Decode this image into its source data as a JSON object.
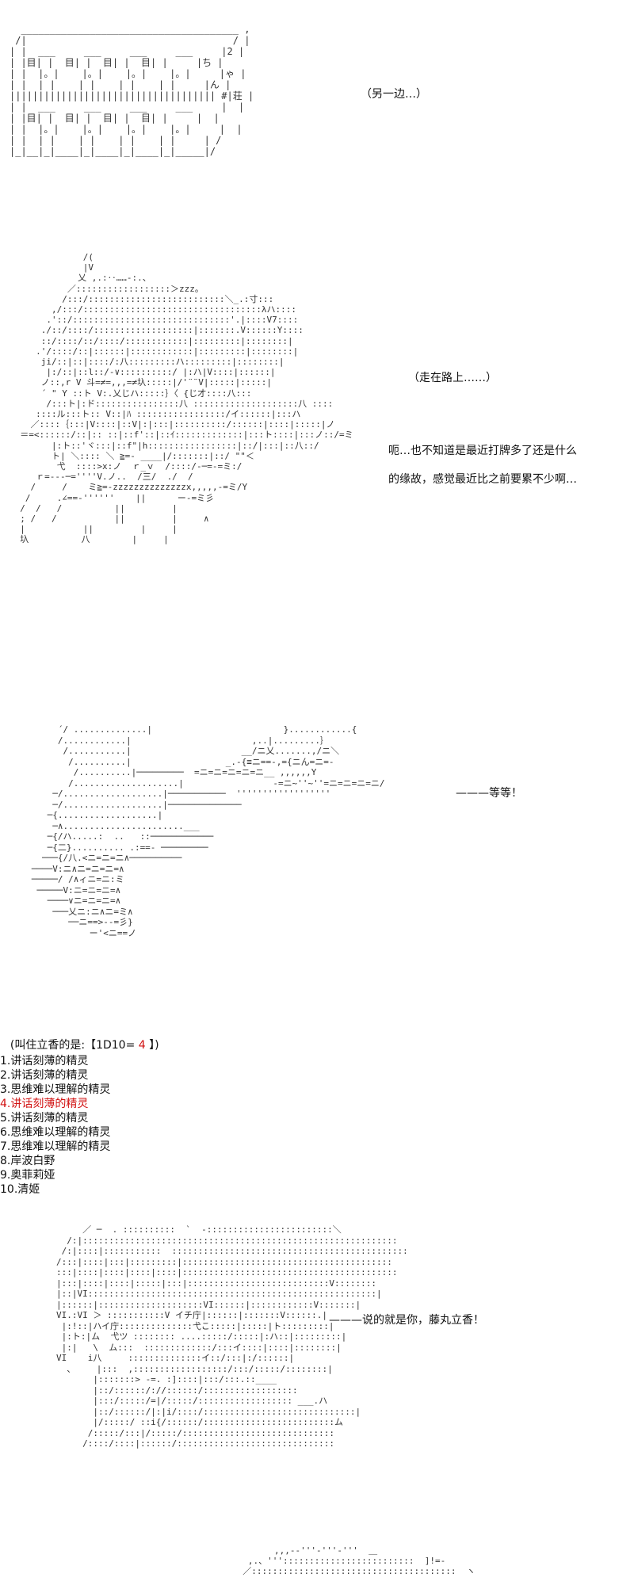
{
  "art": {
    "building": "  ______________________________________ ,\n /|                                    / |\n| |  ___     ___     ___     ___     |2 |\n| |目| |  目| |  目| |  目| |     |ち |\n| |  |。|    |。|    |。|    |。|     |ゃ |\n| |  | |    | |    | |    | |     |ん |\n|||||||||||||||||||||||||||||||||||| #|荘 |\n| |  ___     ___     ___     ___     |  |\n| |目| |  目| |  目| |  目| |     |  |\n| |  |。|    |。|    |。|    |。|     |  |\n| |  | |    | |    | |    | |     | /\n|_|__|_|____|_|____|_|____|_|_____|/",
    "walking": "              /(\n              |V\n             乂 ,.:‥……-:.、\n           ／::::::::::::::::::＞zzz。\n          /:::/::::::::::::::::::::::::::＼_.:寸:::\n        ,/:::/::::::::::::::::::::::::::::::::::λハ::::\n       .'::/::::::::::::::::::::::::::::::'.|::::V7::::\n      ./::/::::/:::::::::::::::::::|:::::::.V::::::Y::::\n      ::/::::/::/::::/::::::::::::|:::::::::|::::::::|\n     .'/::::/::|::::::|::::::::::::|:::::::::|::::::::|\n      ji/::|::|::::/:八:::::::::ハ:::::::::|::::::::|\n       |:/::|::l::/-∨::::::::::/ |:ハ|V::::|::::::|\n      ノ::,r V 斗=≠=,,,=≠圦:::::|/'¨¨V|:::::|:::::|\n      ´ \" Y ::ト V:.乂じハ:::::｝〈 {じ才::::八:::\n       /:::ト|:ド::::::::::::::::八 ::::::::::::::::::::八 ::::\n     ::::ル:::ト:: V::|ﾊ :::::::::::::::::/イ::::::|:::ハ\n    ／::::｛:::|V::::|::V|:|:::|::::::::::/::::::|::::|:::::|ノ\n  ＝=<::::::/::|:: ::|::f'::|::ｲ:::::::::::::|:::ト::::|:::ノ::/=ミ\n        |:ト::'ヾ:::|::f\"|h:::::::::::::::::|::/|:::|::八::/\n        ト| ＼:::: ＼ ≧=- ____|/:::::::|::/ \"\"＜\n         弋  ::::>x:ノ  ｒ_ｖ  /::::/-─=-=ミ:/\n     ｒ=-‐-─=''''V.ノ..  /三/  ./  /\n    /     /    ミ≧=-zzzzzzzzzzzzzzx,,,,,-=ミ/Y\n   /     .∠==-''''''    ||      ー-=ミ彡\n  /  /   /          ||         |\n  ; /   /           ||         |     ∧\n  |           ||         |     |\n  圦          八        |     |",
    "waving": "           ´/ ..............|                         }............{\n           /............|                       ,..|.........｝\n            /...........|                     __/ニ乂.......,/ニ＼\n             /..........|                  _.-{≡ニ==-,={ニん=ニ=-\n              /..........|─────────  =ニ=ニ=ニ=ニ=ニ__ ,,,,,,Y\n             /....................|                 -=ニ~''~''=ニ=ニ=ニ=ニ/\n          ─/...................|───────────  ''''''''''''''''''\n          ─/...................|──────────────\n         ─{...................|\n          ─∧.......................___\n         ─{/ハ.....:  ..   ::────────────\n         ─{二}.......... .:==- ─────────\n        ───{/八.<ニ=ニ=ニ∧──────────\n      ────V:ニ∧ニ=ニ=ニ=∧\n      ─────/ /∧ィニ=ニ:ミ\n       ─────V:ニ=ニ=ニ=∧\n         ────∨ニ=ニ=ニ=∧\n          ───乂ニ:ニ∧ニ=ミ∧\n             ──ニ==>--=彡}\n                 ー'<ニ==ノ",
    "girl": "             ／ ─  . ::::::::::  `  ‐::::::::::::::::::::::::＼\n          /:|::::::::::::::::::::::::::::::::::::::::::::::::::::::::::::\n         /:|::::|:::::::::::  :::::::::::::::::::::::::::::::::::::::::::::\n        /:::|::::|:::|:::::::::|::::::::::::::::::::::::::::::::::::::::\n        :::|::::|::::|::::|::::|:::::::::::::::::::::::::::::::::::::::::\n        |:::|::::|::::|:::::|:::|:::::::::::::::::::::::::::V::::::::\n        |::|VI:::::::::::::::::::::::::::::::::::::::::::::::::::::::|\n        |::::::|::::::::::::::::::::VI::::::|::::::::::::V:::::::|\n        VI.:VI ＞ :::::::::::V イチ庁|::::::|:::::::V::::::.|\n         |:!::|ハイ庁::::::::::::::弋こ:::::|:::::|ト:::::::::|\n         |:ト:|ム  弋ツ :::::::: ....:::::/:::::|:ハ::|:::::::::|\n         |:|   \\  ム:::  :::::::::::::/:::イ::::|::::|::::::::|\n        VI    i八     ::::::::::::::イ::/:::|:/::::::|\n          、    |:::  ,::::::::::::::::::/:::/:::::/::::::::|\n               |:::::::> -=. :]::::|:::/:::.::____\n               |::/::::::/://::::::/::::::::::::::::::\n               |:::/:::::/=|/:::::/:::::::::::::::::: ___.ハ\n               |::/::::::/|:|i/::::/:::::::::::::::::::::::::::::|\n               |/:::::/ ::i{/::::::/:::::::::::::::::::::::::ム\n              /:::::/:::|/:::::/:::::::::::::::::::::::::::::\n             /::::/::::|::::::/::::::::::::::::::::::::::::::",
    "bottom": "                ,,,--'''‐'''‐'''  ＿\n           ,.、''':::::::::::::::::::::::::  ]!=‐\n          ／:::::::::::::::::::::::::::::::::::::::  ヽ"
  },
  "captions": {
    "other_side": "（另一边…）",
    "on_the_road": "（走在路上……）",
    "monologue_1": "呃…也不知道是最近打牌多了还是什么",
    "monologue_2": "的缘故，感觉最近比之前要累不少啊…",
    "wait": "———等等！",
    "called_out": "———说的就是你，藤丸立香！"
  },
  "dice": {
    "prefix": "(叫住立香的是:【1D10= ",
    "result": "4",
    "suffix": " 】)"
  },
  "options": [
    "1.讲话刻薄的精灵",
    "2.讲话刻薄的精灵",
    "3.思维难以理解的精灵",
    "4.讲话刻薄的精灵",
    "5.讲话刻薄的精灵",
    "6.思维难以理解的精灵",
    "7.思维难以理解的精灵",
    "8.岸波白野",
    "9.奥菲莉娅",
    "10.清姬"
  ],
  "highlight_color": "#d11111"
}
